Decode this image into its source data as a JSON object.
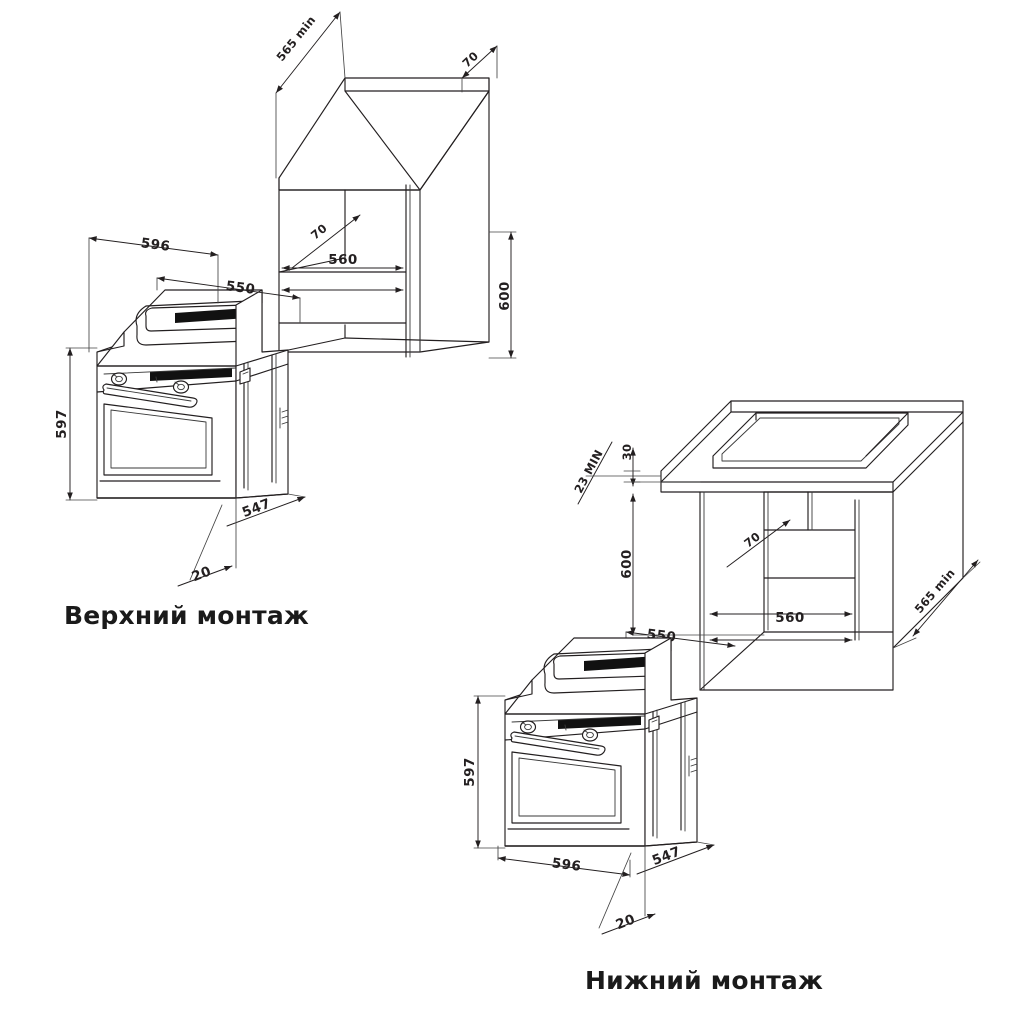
{
  "document": {
    "type": "technical-installation-drawing",
    "subject": "built-in oven cabinet cut-out dimensions",
    "units": "mm",
    "background_color": "#ffffff",
    "line_color": "#231f20"
  },
  "captions": {
    "top": "Верхний монтаж",
    "bottom": "Нижний монтаж"
  },
  "top_diagram": {
    "name": "Верхний монтаж",
    "cabinet_dimensions": {
      "depth_min": "565 min",
      "top_gap": "70",
      "opening_height": "600",
      "opening_width": "560",
      "shelf_offset": "70"
    },
    "oven_dimensions": {
      "width_outer": "596",
      "width_inner": "550",
      "height": "597",
      "depth": "547",
      "front_lip": "20"
    }
  },
  "bottom_diagram": {
    "name": "Нижний монтаж",
    "cabinet_dimensions": {
      "worktop_clearance": "23 MIN",
      "worktop_thickness": "30",
      "opening_height": "600",
      "opening_width": "560",
      "shelf_offset": "70",
      "depth_min": "565 min",
      "front_width": "550"
    },
    "oven_dimensions": {
      "width_outer": "596",
      "height": "597",
      "depth": "547",
      "front_lip": "20"
    }
  },
  "labels": {
    "t_565min": "565 min",
    "t_70a": "70",
    "t_600": "600",
    "t_70b": "70",
    "t_560": "560",
    "t_596": "596",
    "t_550": "550",
    "t_597": "597",
    "t_547": "547",
    "t_20": "20",
    "b_23min": "23 MIN",
    "b_30": "30",
    "b_600": "600",
    "b_70": "70",
    "b_560": "560",
    "b_565min": "565 min",
    "b_550": "550",
    "b_596": "596",
    "b_597": "597",
    "b_547": "547",
    "b_20": "20"
  }
}
